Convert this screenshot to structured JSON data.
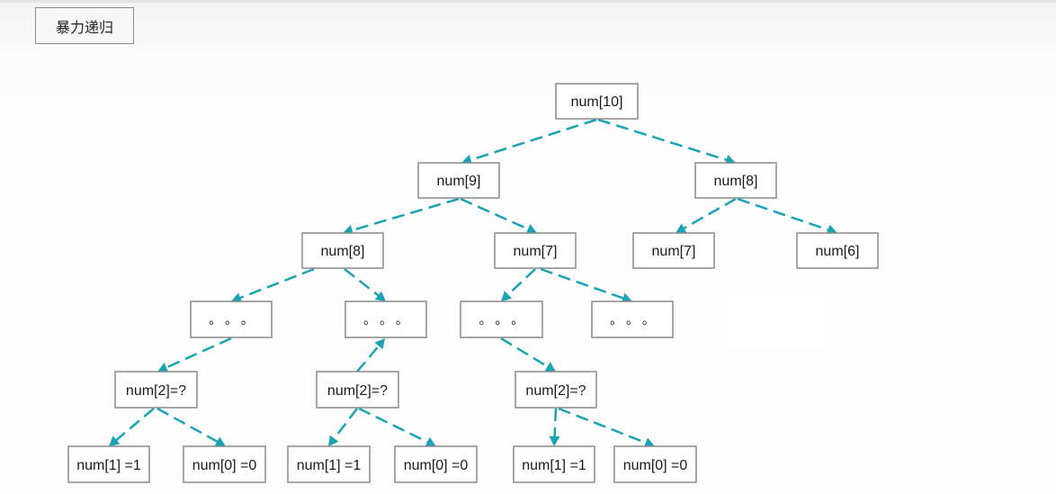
{
  "title": "暴力递归",
  "nodes": {
    "n10": "num[10]",
    "n9": "num[9]",
    "n8r": "num[8]",
    "n8": "num[8]",
    "n7": "num[7]",
    "n7r": "num[7]",
    "n6": "num[6]",
    "d1": "。 。 。",
    "d2": "。 。 。",
    "d3": "。 。 。",
    "d4": "。 。 。",
    "q1": "num[2]=?",
    "q2": "num[2]=?",
    "q3": "num[2]=?",
    "a1": "num[1] =1",
    "b1": "num[0] =0",
    "a2": "num[1] =1",
    "b2": "num[0] =0",
    "a3": "num[1] =1",
    "b3": "num[0] =0"
  },
  "edges": [
    [
      "n10",
      "n9"
    ],
    [
      "n10",
      "n8r"
    ],
    [
      "n9",
      "n8"
    ],
    [
      "n9",
      "n7"
    ],
    [
      "n8r",
      "n7r"
    ],
    [
      "n8r",
      "n6"
    ],
    [
      "n8",
      "d1"
    ],
    [
      "n8",
      "d2"
    ],
    [
      "n7",
      "d3"
    ],
    [
      "n7",
      "d4"
    ],
    [
      "d1",
      "q1"
    ],
    [
      "q2",
      "d2"
    ],
    [
      "d3",
      "q3"
    ],
    [
      "q1",
      "a1"
    ],
    [
      "q1",
      "b1"
    ],
    [
      "q2",
      "a2"
    ],
    [
      "q2",
      "b2"
    ],
    [
      "q3",
      "a3"
    ],
    [
      "q3",
      "b3"
    ]
  ],
  "colors": {
    "edge": "#1aa3b5",
    "border": "#8a8a8a"
  }
}
